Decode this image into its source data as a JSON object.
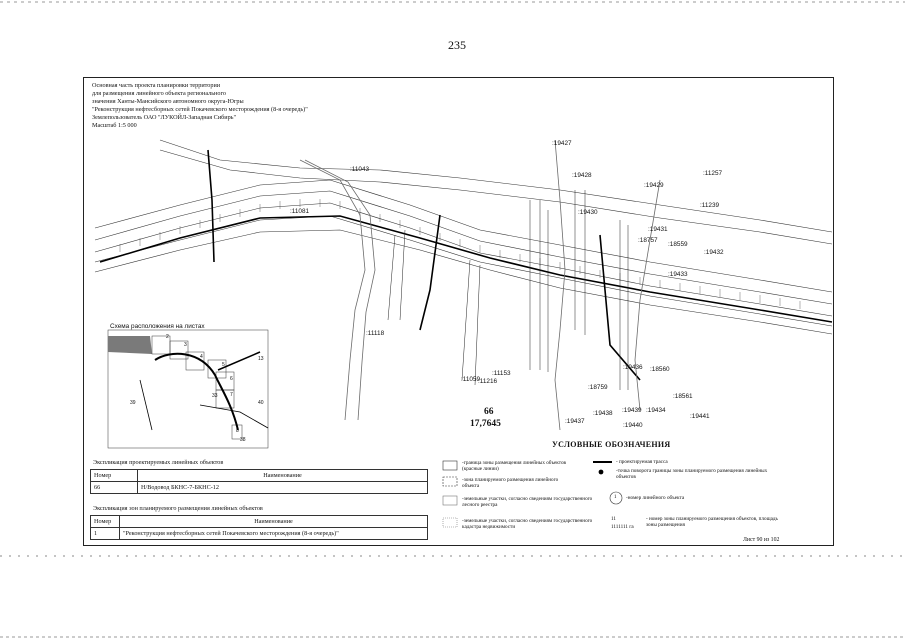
{
  "page_number": "235",
  "header": {
    "lines": [
      "Основная часть проекта планировки территории",
      "для размещения линейного объекта регионального",
      "значения Ханты-Мансийского автономного округа-Югры",
      "\"Реконструкция нефтесборных сетей Покачевского месторождения (8-я очередь)\"",
      "Землепользователь ОАО \"ЛУКОЙЛ-Западная Сибирь\"",
      "Масштаб 1:5 000"
    ]
  },
  "map_labels": [
    ":11043",
    ":11081",
    ":19427",
    ":19428",
    ":19429",
    ":11257",
    ":11239",
    ":19430",
    ":19431",
    ":18757",
    ":18559",
    ":19432",
    ":11118",
    ":11059",
    ":11216",
    ":11153",
    ":18759",
    ":19437",
    ":19438",
    ":19439",
    ":19434",
    ":19440",
    ":18561",
    ":18560",
    ":19436",
    ":19441",
    ":19433"
  ],
  "object_label": {
    "number": "66",
    "length": "17,7645"
  },
  "inset": {
    "title": "Схема расположения на листах",
    "sheet_numbers": [
      "2",
      "3",
      "4",
      "5",
      "6",
      "7",
      "8",
      "33",
      "38",
      "39",
      "40",
      "13"
    ]
  },
  "table1": {
    "title": "Экспликация проектируемых линейных объектов",
    "headers": [
      "Номер",
      "Наименование"
    ],
    "rows": [
      [
        "66",
        "Н/Водовод БКНС-7-БКНС-12"
      ]
    ]
  },
  "table2": {
    "title": "Экспликация зон планируемого размещения линейных объектов",
    "headers": [
      "Номер",
      "Наименование"
    ],
    "rows": [
      [
        "1",
        "\"Реконструкция нефтесборных сетей Покачевского месторождения (8-я очередь)\""
      ]
    ]
  },
  "legend": {
    "title": "УСЛОВНЫЕ ОБОЗНАЧЕНИЯ",
    "items_left": [
      "-граница зоны размещения линейных объектов (красные линии)",
      "-зона планируемого размещения линейного объекта",
      "-земельные участки, согласно сведениям государственного лесного реестра",
      "-земельные участки, согласно сведениям государственного кадастра недвижимости"
    ],
    "items_right": [
      "- проектируемая трасса",
      "-точка поворота границы зоны планируемого размещения линейных объектов",
      "-номер линейного объекта",
      "- номер зоны планируемого размещения объектов, площадь зоны размещения"
    ],
    "zone_code": "11",
    "zone_area": "1111111 га",
    "circle_number": "1"
  },
  "sheet_label": "Лист 90 из 102",
  "colors": {
    "ink": "#111111",
    "road": "#6b6b6b",
    "inset_fill": "#7a7a7a"
  }
}
